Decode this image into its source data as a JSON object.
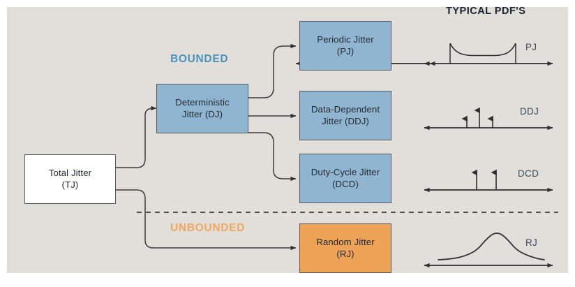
{
  "figure": {
    "background_color": "#e2ded9",
    "page_color": "#ffffff",
    "box_border_color": "#55585c",
    "blue_fill": "#8fb5d0",
    "orange_fill": "#eda256",
    "white_fill": "#ffffff",
    "connector_color": "#3b3b3b"
  },
  "pdf_column": {
    "header": "TYPICAL PDF'S"
  },
  "group_labels": {
    "bounded": "BOUNDED",
    "unbounded": "UNBOUNDED"
  },
  "nodes": {
    "total_jitter": {
      "line1": "Total Jitter",
      "line2": "(TJ)",
      "fill": "white"
    },
    "deterministic_jitter": {
      "line1": "Deterministic",
      "line2": "Jitter (DJ)",
      "fill": "blue"
    },
    "periodic_jitter": {
      "line1": "Periodic Jitter",
      "line2": "(PJ)",
      "fill": "blue"
    },
    "data_dependent_jitter": {
      "line1": "Data-Dependent",
      "line2": "Jitter (DDJ)",
      "fill": "blue"
    },
    "duty_cycle_jitter": {
      "line1": "Duty-Cycle Jitter",
      "line2": "(DCD)",
      "fill": "blue"
    },
    "random_jitter": {
      "line1": "Random Jitter",
      "line2": "(RJ)",
      "fill": "orange"
    }
  },
  "pdf_plots": [
    {
      "tag": "PJ",
      "shape": "bimodal-bathtub",
      "description": "Two vertical spikes at both edges joined by a shallow bathtub curve"
    },
    {
      "tag": "DDJ",
      "shape": "impulses",
      "description": "Three impulse arrows, the centre one tallest",
      "impulse_heights": [
        0.55,
        1.0,
        0.55
      ]
    },
    {
      "tag": "DCD",
      "shape": "impulses",
      "description": "Two impulse arrows of equal height",
      "impulse_heights": [
        1.0,
        1.0
      ]
    },
    {
      "tag": "RJ",
      "shape": "gaussian",
      "description": "Single Gaussian bell curve centred on the axis"
    }
  ],
  "chart_data": {
    "type": "diagram",
    "title": "Jitter decomposition tree with typical probability density functions",
    "hierarchy": {
      "root": "Total Jitter (TJ)",
      "children": [
        {
          "name": "Deterministic Jitter (DJ)",
          "class": "BOUNDED",
          "children": [
            "Periodic Jitter (PJ)",
            "Data-Dependent Jitter (DDJ)",
            "Duty-Cycle Jitter (DCD)"
          ]
        },
        {
          "name": "Random Jitter (RJ)",
          "class": "UNBOUNDED",
          "children": []
        }
      ]
    },
    "pdf_tags": [
      "PJ",
      "DDJ",
      "DCD",
      "RJ"
    ]
  }
}
